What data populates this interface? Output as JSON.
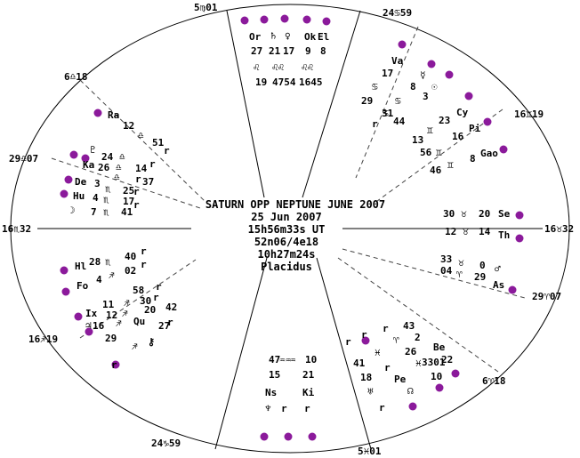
{
  "chart": {
    "title_lines": [
      "SATURN OPP NEPTUNE JUNE 2007",
      "25 Jun 2007",
      "15h56m33s UT",
      "52n06/4e18",
      "10h27m24s",
      "Placidus"
    ]
  },
  "colors": {
    "planet_dot": "#8b1a9b",
    "line": "#000000",
    "dash": "#555555"
  },
  "cusps": [
    {
      "id": "c1",
      "label": "16♏32"
    },
    {
      "id": "c2",
      "label": "16♐19"
    },
    {
      "id": "c3",
      "label": "24♑59"
    },
    {
      "id": "c4",
      "label": "5♓01"
    },
    {
      "id": "c5",
      "label": "6♈18"
    },
    {
      "id": "c6",
      "label": "29♈07"
    },
    {
      "id": "c7",
      "label": "16♉32"
    },
    {
      "id": "c8",
      "label": "16♊19"
    },
    {
      "id": "c9",
      "label": "24♋59"
    },
    {
      "id": "c10",
      "label": "5♍01"
    },
    {
      "id": "c11",
      "label": "6♎18"
    },
    {
      "id": "c12",
      "label": "29♎07"
    }
  ],
  "texts": [
    {
      "id": "or-glyph",
      "v": "Or"
    },
    {
      "id": "sat-glyph",
      "v": "♄"
    },
    {
      "id": "ven-glyph",
      "v": "♀"
    },
    {
      "id": "ok-glyph",
      "v": "Ok"
    },
    {
      "id": "el-glyph",
      "v": "El"
    },
    {
      "id": "n-27",
      "v": "27"
    },
    {
      "id": "n-21",
      "v": "21"
    },
    {
      "id": "n-17",
      "v": "17"
    },
    {
      "id": "n-9",
      "v": "9"
    },
    {
      "id": "n-8",
      "v": "8"
    },
    {
      "id": "s-leo1",
      "v": "♌"
    },
    {
      "id": "s-leo2",
      "v": "♌♌"
    },
    {
      "id": "s-leo3",
      "v": "♌♌"
    },
    {
      "id": "m-19",
      "v": "19"
    },
    {
      "id": "m-4754",
      "v": "4754"
    },
    {
      "id": "m-1645",
      "v": "1645"
    },
    {
      "id": "va",
      "v": "Va"
    },
    {
      "id": "va17",
      "v": "17"
    },
    {
      "id": "merc",
      "v": "☿"
    },
    {
      "id": "sun",
      "v": "☉"
    },
    {
      "id": "cn1",
      "v": "♋"
    },
    {
      "id": "cn2",
      "v": "♋"
    },
    {
      "id": "cn3",
      "v": "♋"
    },
    {
      "id": "n8b",
      "v": "8"
    },
    {
      "id": "n3",
      "v": "3"
    },
    {
      "id": "n29",
      "v": "29"
    },
    {
      "id": "n31",
      "v": "31"
    },
    {
      "id": "n44",
      "v": "44"
    },
    {
      "id": "cy",
      "v": "Cy"
    },
    {
      "id": "pi",
      "v": "Pi"
    },
    {
      "id": "gao",
      "v": "Gao"
    },
    {
      "id": "r1",
      "v": "r"
    },
    {
      "id": "n23",
      "v": "23"
    },
    {
      "id": "n16",
      "v": "16"
    },
    {
      "id": "n8c",
      "v": "8"
    },
    {
      "id": "n13",
      "v": "13"
    },
    {
      "id": "n56",
      "v": "56"
    },
    {
      "id": "n46",
      "v": "46"
    },
    {
      "id": "ge1",
      "v": "♊"
    },
    {
      "id": "ge2",
      "v": "♊"
    },
    {
      "id": "ge3",
      "v": "♊"
    },
    {
      "id": "ra",
      "v": "Ra"
    },
    {
      "id": "ra12",
      "v": "12"
    },
    {
      "id": "ra-sign",
      "v": "♎"
    },
    {
      "id": "ra51",
      "v": "51"
    },
    {
      "id": "r2",
      "v": "r"
    },
    {
      "id": "pluto",
      "v": "♇"
    },
    {
      "id": "ka",
      "v": "Ka"
    },
    {
      "id": "n24",
      "v": "24"
    },
    {
      "id": "n26",
      "v": "26"
    },
    {
      "id": "li2",
      "v": "♎"
    },
    {
      "id": "li3",
      "v": "♎"
    },
    {
      "id": "li4",
      "v": "♎"
    },
    {
      "id": "n14",
      "v": "14"
    },
    {
      "id": "r3",
      "v": "r"
    },
    {
      "id": "de",
      "v": "De"
    },
    {
      "id": "hu",
      "v": "Hu"
    },
    {
      "id": "moon",
      "v": "☽"
    },
    {
      "id": "n3b",
      "v": "3"
    },
    {
      "id": "sc1",
      "v": "♏"
    },
    {
      "id": "n25",
      "v": "25"
    },
    {
      "id": "n37",
      "v": "37"
    },
    {
      "id": "n4",
      "v": "4"
    },
    {
      "id": "sc2",
      "v": "♏"
    },
    {
      "id": "n17b",
      "v": "17"
    },
    {
      "id": "n7",
      "v": "7"
    },
    {
      "id": "sc3",
      "v": "♏"
    },
    {
      "id": "n41",
      "v": "41"
    },
    {
      "id": "r4",
      "v": "r"
    },
    {
      "id": "r5",
      "v": "r"
    },
    {
      "id": "r6",
      "v": "r"
    },
    {
      "id": "se",
      "v": "Se"
    },
    {
      "id": "th",
      "v": "Th"
    },
    {
      "id": "n30",
      "v": "30"
    },
    {
      "id": "ta1",
      "v": "♉"
    },
    {
      "id": "n20",
      "v": "20"
    },
    {
      "id": "n12",
      "v": "12"
    },
    {
      "id": "ta2",
      "v": "♉"
    },
    {
      "id": "n14b",
      "v": "14"
    },
    {
      "id": "n33",
      "v": "33"
    },
    {
      "id": "ta3",
      "v": "♉"
    },
    {
      "id": "n04",
      "v": "04"
    },
    {
      "id": "ar1",
      "v": "♈"
    },
    {
      "id": "n0",
      "v": "0"
    },
    {
      "id": "mars",
      "v": "♂"
    },
    {
      "id": "n29b",
      "v": "29"
    },
    {
      "id": "as",
      "v": "As"
    },
    {
      "id": "hl",
      "v": "Hl"
    },
    {
      "id": "n28",
      "v": "28"
    },
    {
      "id": "sc4",
      "v": "♏"
    },
    {
      "id": "n40",
      "v": "40"
    },
    {
      "id": "n4b",
      "v": "4"
    },
    {
      "id": "sg1",
      "v": "♐"
    },
    {
      "id": "n02",
      "v": "02"
    },
    {
      "id": "r7",
      "v": "r"
    },
    {
      "id": "r8",
      "v": "r"
    },
    {
      "id": "fo",
      "v": "Fo"
    },
    {
      "id": "n58",
      "v": "58"
    },
    {
      "id": "n11",
      "v": "11"
    },
    {
      "id": "sg2",
      "v": "♐"
    },
    {
      "id": "n30b",
      "v": "30"
    },
    {
      "id": "ix",
      "v": "Ix"
    },
    {
      "id": "n12b",
      "v": "12"
    },
    {
      "id": "sg3",
      "v": "♐"
    },
    {
      "id": "n20b",
      "v": "20"
    },
    {
      "id": "jup",
      "v": "♃"
    },
    {
      "id": "n16b",
      "v": "16"
    },
    {
      "id": "sg4",
      "v": "♐"
    },
    {
      "id": "qu",
      "v": "Qu"
    },
    {
      "id": "n29c",
      "v": "29"
    },
    {
      "id": "n27b",
      "v": "27"
    },
    {
      "id": "sg5",
      "v": "♐"
    },
    {
      "id": "chiron",
      "v": "⚷"
    },
    {
      "id": "r9",
      "v": "r"
    },
    {
      "id": "r10",
      "v": "r"
    },
    {
      "id": "r11",
      "v": "r"
    },
    {
      "id": "r12",
      "v": "r"
    },
    {
      "id": "n42",
      "v": "42"
    },
    {
      "id": "n43",
      "v": "43"
    },
    {
      "id": "ar2",
      "v": "♈"
    },
    {
      "id": "n2",
      "v": "2"
    },
    {
      "id": "be",
      "v": "Be"
    },
    {
      "id": "n22",
      "v": "22"
    },
    {
      "id": "n41b",
      "v": "41"
    },
    {
      "id": "pi1",
      "v": "♓"
    },
    {
      "id": "n26b",
      "v": "26"
    },
    {
      "id": "pi2",
      "v": "♓"
    },
    {
      "id": "n18",
      "v": "18"
    },
    {
      "id": "pe",
      "v": "Pe"
    },
    {
      "id": "n10",
      "v": "10"
    },
    {
      "id": "ura",
      "v": "♅"
    },
    {
      "id": "node",
      "v": "☊"
    },
    {
      "id": "r13",
      "v": "r"
    },
    {
      "id": "r14",
      "v": "r"
    },
    {
      "id": "r15",
      "v": "r"
    },
    {
      "id": "r16",
      "v": "r"
    },
    {
      "id": "r17",
      "v": "r"
    },
    {
      "id": "n3301",
      "v": "3301"
    },
    {
      "id": "n47",
      "v": "47"
    },
    {
      "id": "aq1",
      "v": "♒♒"
    },
    {
      "id": "aq2",
      "v": "♒"
    },
    {
      "id": "n10b",
      "v": "10"
    },
    {
      "id": "n15",
      "v": "15"
    },
    {
      "id": "n21b",
      "v": "21"
    },
    {
      "id": "ns",
      "v": "Ns"
    },
    {
      "id": "ki",
      "v": "Ki"
    },
    {
      "id": "nep",
      "v": "♆"
    },
    {
      "id": "r18",
      "v": "r"
    },
    {
      "id": "r19",
      "v": "r"
    }
  ]
}
